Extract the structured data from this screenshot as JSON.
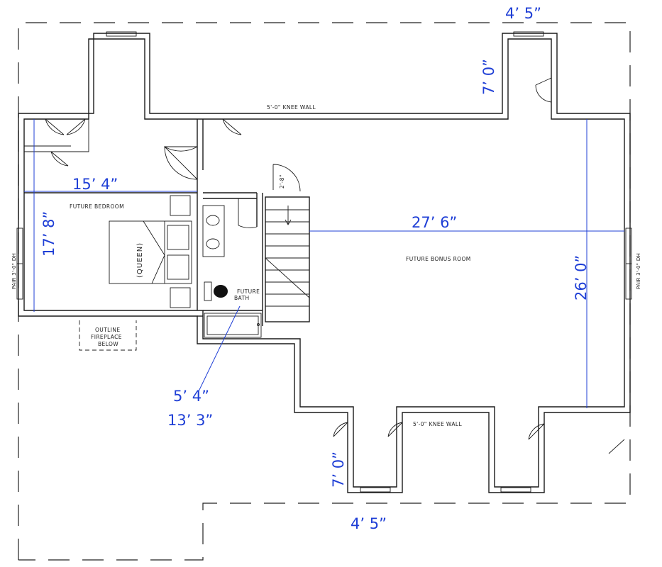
{
  "labels": {
    "knee_wall_top": "5'-0\" KNEE WALL",
    "knee_wall_bottom": "5'-0\" KNEE WALL",
    "future_bedroom": "FUTURE BEDROOM",
    "future_bonus_room": "FUTURE BONUS ROOM",
    "future_bath_line1": "FUTURE",
    "future_bath_line2": "BATH",
    "queen": "(QUEEN)",
    "fireplace_line1": "OUTLINE",
    "fireplace_line2": "FIREPLACE",
    "fireplace_line3": "BELOW",
    "window_left": "PAIR 3'-0\" DH",
    "window_right": "PAIR 3'-0\" DH",
    "stair_note": "2'-8\""
  },
  "dimensions": {
    "top_dormer_width": "4’ 5”",
    "top_dormer_depth": "7’ 0”",
    "bedroom_width": "15’ 4”",
    "bedroom_depth": "17’ 8”",
    "bonus_width": "27’ 6”",
    "bonus_depth": "26’ 0”",
    "bath_width": "5’ 4”",
    "bath_length": "13’ 3”",
    "bottom_dormer_depth": "7’ 0”",
    "bottom_dormer_width": "4’ 5”"
  },
  "colors": {
    "dimension": "#1f3fd6",
    "walls": "#1a1a1a"
  }
}
